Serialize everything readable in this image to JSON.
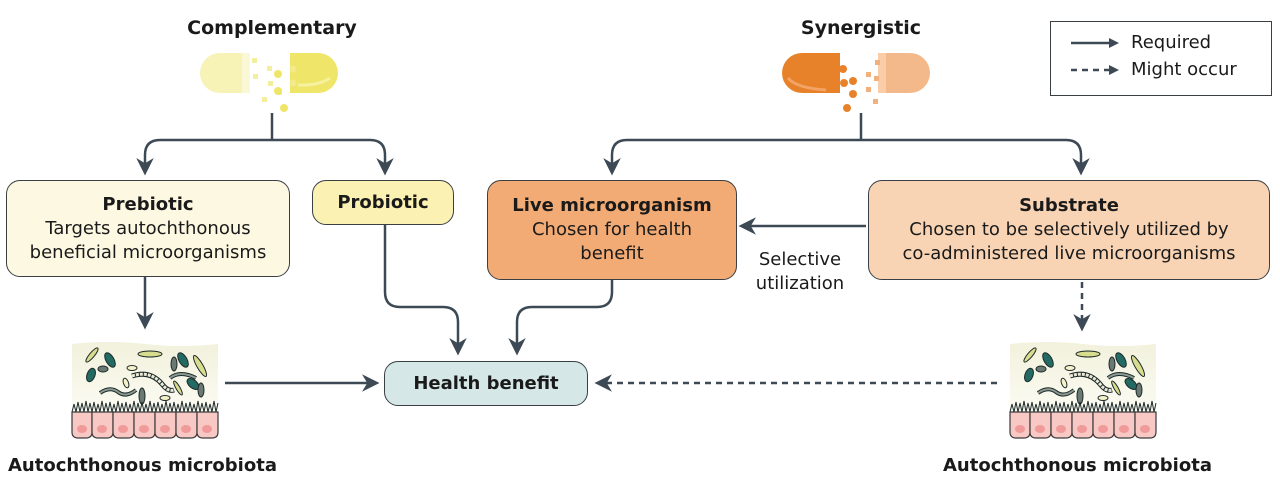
{
  "diagram": {
    "groups": {
      "complementary": {
        "title": "Complementary",
        "pill_color_left": "#f6f2b3",
        "pill_color_right": "#efe46a"
      },
      "synergistic": {
        "title": "Synergistic",
        "pill_color_left": "#e8822a",
        "pill_color_right": "#f4b98a"
      }
    },
    "legend": {
      "required": "Required",
      "might_occur": "Might occur"
    },
    "boxes": {
      "prebiotic": {
        "title": "Prebiotic",
        "desc_line1": "Targets autochthonous",
        "desc_line2": "beneficial microorganisms",
        "fill": "#fdf8e1"
      },
      "probiotic": {
        "title": "Probiotic",
        "fill": "#fbf1b2"
      },
      "live_microorganism": {
        "title": "Live microorganism",
        "desc_line1": "Chosen for health",
        "desc_line2": "benefit",
        "fill": "#f2ab74"
      },
      "substrate": {
        "title": "Substrate",
        "desc_line1": "Chosen to be selectively utilized by",
        "desc_line2": "co-administered live microorganisms",
        "fill": "#f8d4b4"
      },
      "health_benefit": {
        "title": "Health benefit",
        "fill": "#d5e8e7"
      }
    },
    "edge_labels": {
      "selective_line1": "Selective",
      "selective_line2": "utilization"
    },
    "microbiota": {
      "left_label": "Autochthonous microbiota",
      "right_label": "Autochthonous microbiota"
    },
    "colors": {
      "arrow": "#3d4a56",
      "border": "#3a3f44"
    }
  }
}
